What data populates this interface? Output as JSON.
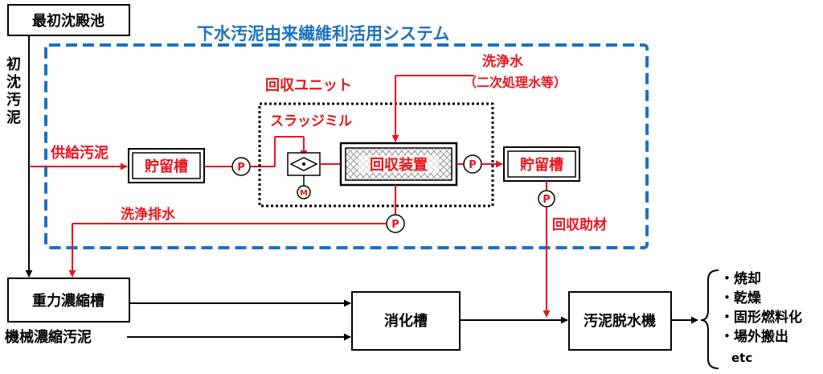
{
  "colors": {
    "red": "#e8141c",
    "blue": "#1a72c0",
    "black": "#000000"
  },
  "system_title": "下水汚泥由来繊維利活用システム",
  "nodes": {
    "primary_tank": "最初沈殿池",
    "primary_sludge_lines": [
      "初",
      "沈",
      "汚",
      "泥"
    ],
    "supply_sludge": "供給汚泥",
    "storage_tank_1": "貯留槽",
    "recovery_unit": "回収ユニット",
    "sludge_mill": "スラッジミル",
    "recovery_device": "回収装置",
    "wash_water": "洗浄水",
    "wash_water_note": "（二次処理水等）",
    "storage_tank_2": "貯留槽",
    "wash_drain": "洗浄排水",
    "recovery_aid": "回収助材",
    "gravity_thickener": "重力濃縮槽",
    "mechanical_thickened_sludge": "機械濃縮汚泥",
    "digester": "消化槽",
    "dewatering_machine": "汚泥脱水機",
    "pump_label": "P",
    "motor_label": "M"
  },
  "outputs": [
    "・焼却",
    "・乾燥",
    "・固形燃料化",
    "・場外搬出",
    "etc"
  ]
}
